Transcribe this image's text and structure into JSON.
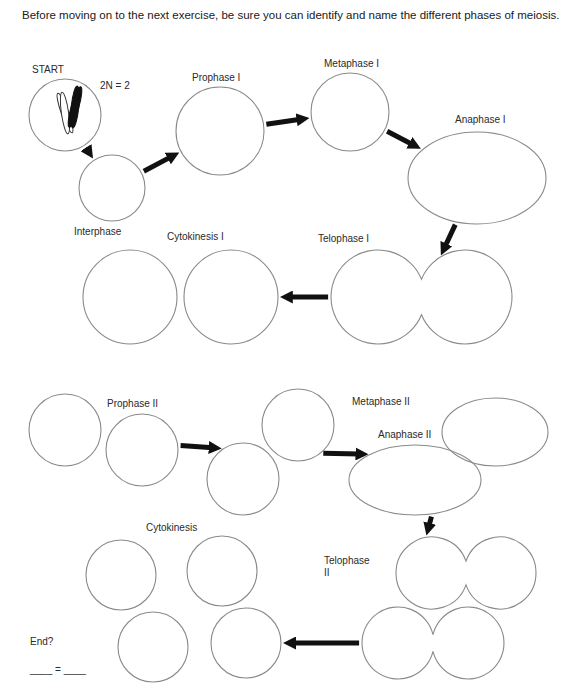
{
  "diagram": {
    "title": "Before moving on to the next exercise, be sure you can identify and name the different phases of meiosis.",
    "nodes": [
      {
        "text": [
          "START",
          "2N = 2"
        ]
      },
      {
        "text": [
          "Interphase"
        ]
      },
      {
        "text": [
          "Prophase I"
        ]
      },
      {
        "text": [
          "Metaphase I"
        ]
      },
      {
        "text": [
          "Anaphase I"
        ]
      },
      {
        "text": [
          "Telophase I"
        ]
      },
      {
        "text": [
          "Cytokinesis I"
        ]
      },
      {
        "text": [
          "Prophase II"
        ]
      },
      {
        "text": [
          "Metaphase II"
        ]
      },
      {
        "text": [
          "Anaphase II"
        ]
      },
      {
        "text": [
          "Telophase II"
        ]
      },
      {
        "text": [
          "Cytokinesis"
        ]
      }
    ],
    "edges": [
      {
        "from": 0,
        "to": 1,
        "arrow": "to"
      },
      {
        "from": 1,
        "to": 2,
        "arrow": "to"
      },
      {
        "from": 2,
        "to": 3,
        "arrow": "to"
      },
      {
        "from": 3,
        "to": 4,
        "arrow": "to"
      },
      {
        "from": 4,
        "to": 5,
        "arrow": "to"
      },
      {
        "from": 5,
        "to": 6,
        "arrow": "to"
      },
      {
        "from": 7,
        "to": 8,
        "arrow": "to"
      },
      {
        "from": 8,
        "to": 9,
        "arrow": "to"
      },
      {
        "from": 9,
        "to": 10,
        "arrow": "to"
      },
      {
        "from": 10,
        "to": 11,
        "arrow": "to"
      }
    ],
    "labels": [
      "End?",
      "____ = ____"
    ]
  }
}
